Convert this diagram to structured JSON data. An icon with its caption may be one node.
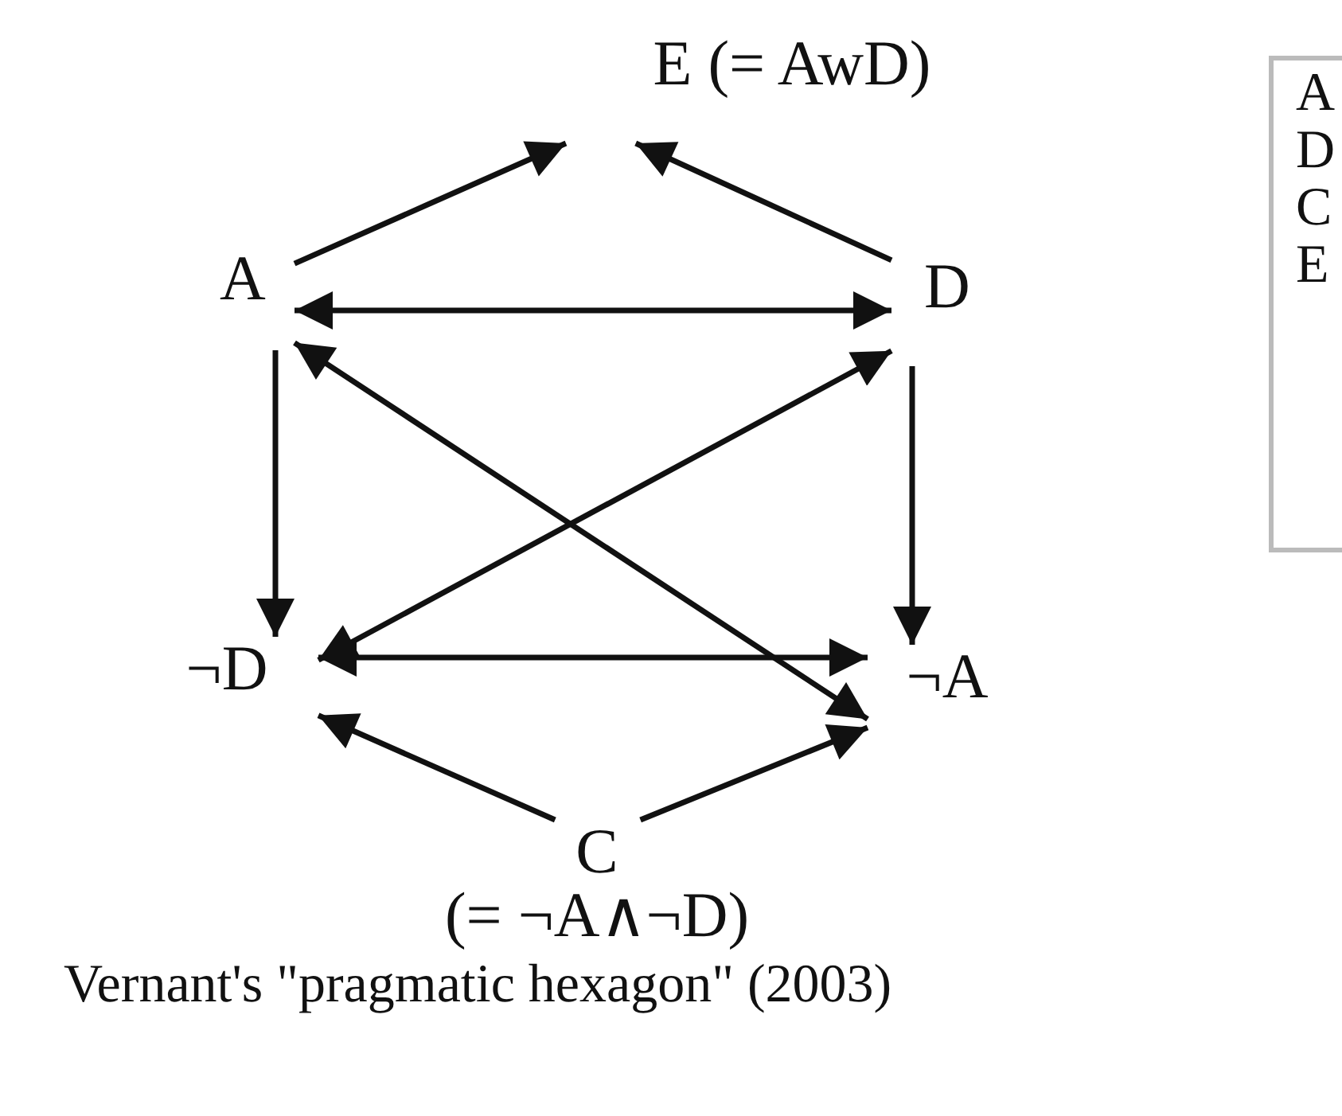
{
  "diagram": {
    "caption": "Vernant's \"pragmatic hexagon\" (2003)",
    "nodes": [
      {
        "text": [
          "E (= AwD)"
        ]
      },
      {
        "text": [
          "A"
        ]
      },
      {
        "text": [
          "D"
        ]
      },
      {
        "text": [
          "¬D"
        ]
      },
      {
        "text": [
          "¬A"
        ]
      },
      {
        "text": [
          "C",
          "(= ¬A∧¬D)"
        ]
      },
      {
        "text": [
          "A",
          "D",
          "C",
          "E"
        ]
      }
    ],
    "edges": [
      {
        "from": 1,
        "to": 0,
        "arrow": "to"
      },
      {
        "from": 2,
        "to": 0,
        "arrow": "to"
      },
      {
        "from": 1,
        "to": 2,
        "arrow": "both"
      },
      {
        "from": 1,
        "to": 3,
        "arrow": "to"
      },
      {
        "from": 2,
        "to": 4,
        "arrow": "to"
      },
      {
        "from": 1,
        "to": 4,
        "arrow": "both"
      },
      {
        "from": 2,
        "to": 3,
        "arrow": "both"
      },
      {
        "from": 3,
        "to": 4,
        "arrow": "both"
      },
      {
        "from": 5,
        "to": 3,
        "arrow": "to"
      },
      {
        "from": 5,
        "to": 4,
        "arrow": "to"
      }
    ]
  }
}
